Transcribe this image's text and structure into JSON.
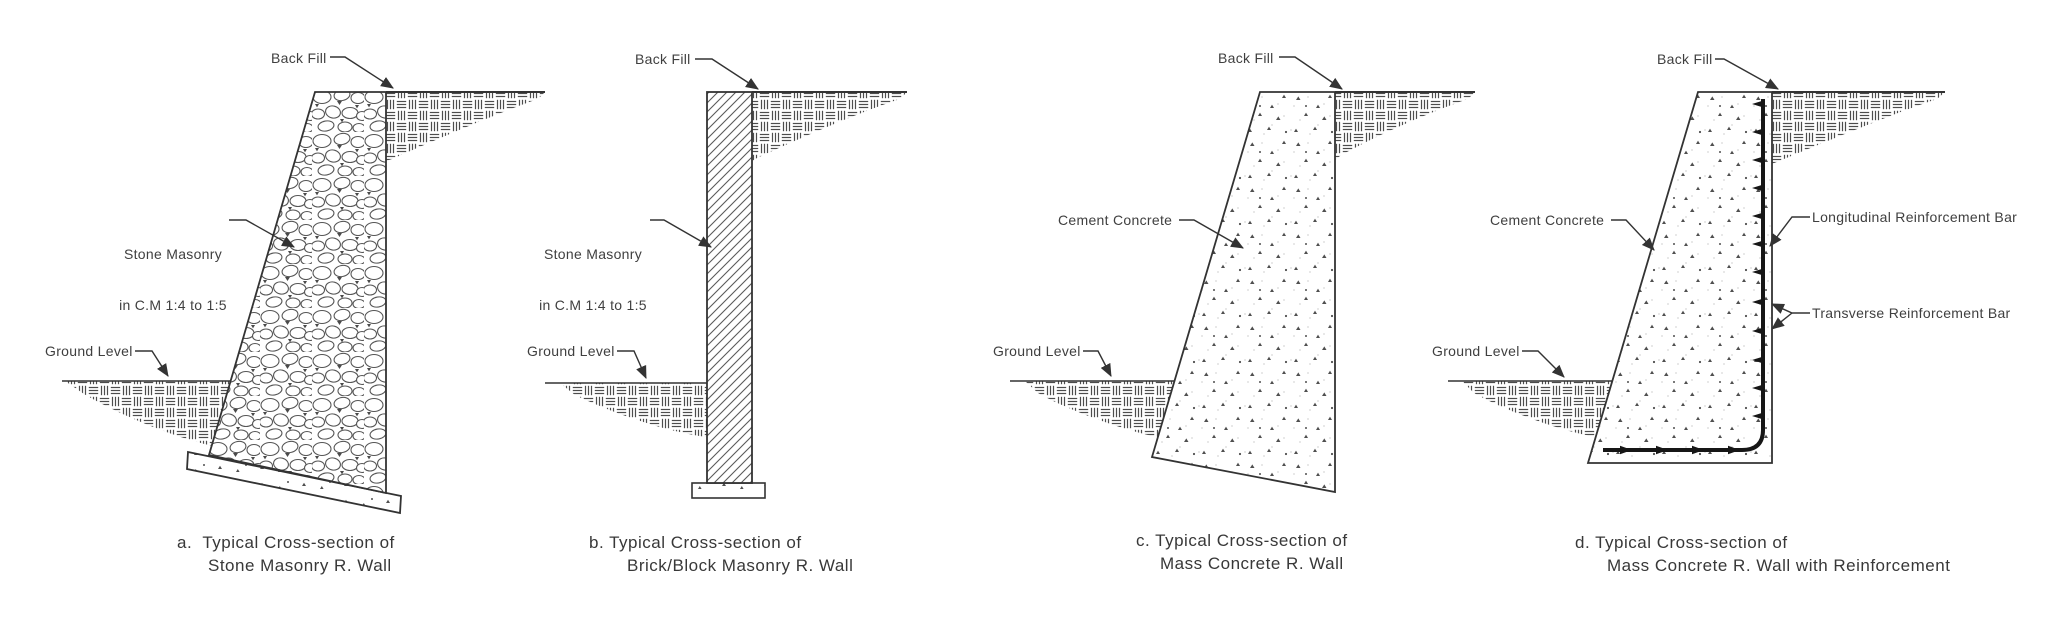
{
  "colors": {
    "background": "#ffffff",
    "line": "#3a3a3a",
    "hatch": "#555555",
    "text": "#3c3c3c",
    "rebar": "#161616"
  },
  "panels": [
    {
      "id": "a",
      "back_fill_label": "Back Fill",
      "material_label_line1": "Stone Masonry",
      "material_label_line2": "in C.M 1:4 to 1:5",
      "ground_level_label": "Ground Level",
      "caption_line1": "a.  Typical Cross-section of",
      "caption_line2": "Stone Masonry R. Wall"
    },
    {
      "id": "b",
      "back_fill_label": "Back Fill",
      "material_label_line1": "Stone Masonry",
      "material_label_line2": "in C.M 1:4 to 1:5",
      "ground_level_label": "Ground Level",
      "caption_line1": "b. Typical Cross-section of",
      "caption_line2": "Brick/Block Masonry R. Wall"
    },
    {
      "id": "c",
      "back_fill_label": "Back Fill",
      "material_label_line1": "Cement Concrete",
      "ground_level_label": "Ground Level",
      "caption_line1": "c. Typical Cross-section of",
      "caption_line2": "Mass Concrete R. Wall"
    },
    {
      "id": "d",
      "back_fill_label": "Back Fill",
      "material_label_line1": "Cement Concrete",
      "ground_level_label": "Ground Level",
      "longitudinal_bar_label": "Longitudinal Reinforcement Bar",
      "transverse_bar_label": "Transverse Reinforcement Bar",
      "caption_line1": "d. Typical Cross-section of",
      "caption_line2": "Mass Concrete R. Wall with Reinforcement"
    }
  ]
}
